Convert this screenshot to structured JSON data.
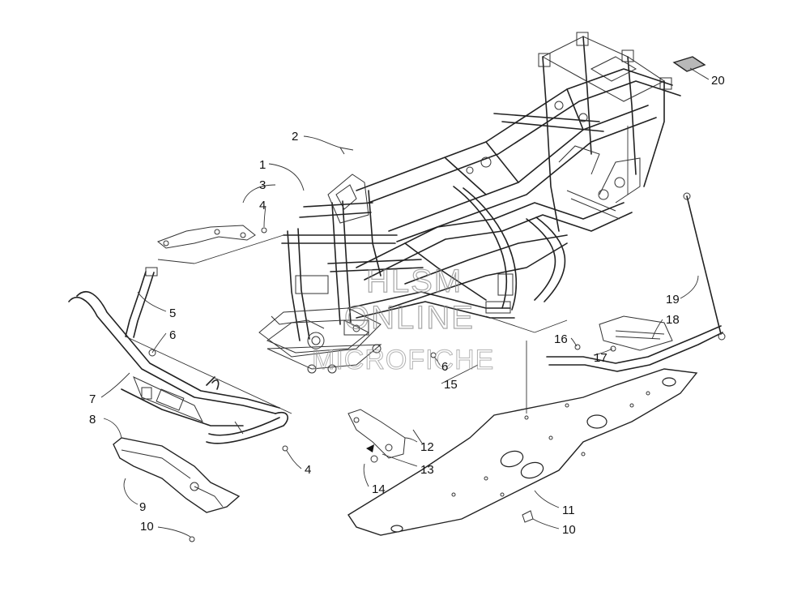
{
  "watermark": {
    "line1": "HLSM",
    "line2": "ONLINE",
    "line3": "MICROFICHE"
  },
  "callouts": [
    {
      "id": "c1",
      "num": "1"
    },
    {
      "id": "c2",
      "num": "2"
    },
    {
      "id": "c3",
      "num": "3"
    },
    {
      "id": "c4a",
      "num": "4"
    },
    {
      "id": "c4b",
      "num": "4"
    },
    {
      "id": "c5",
      "num": "5"
    },
    {
      "id": "c6a",
      "num": "6"
    },
    {
      "id": "c6b",
      "num": "6"
    },
    {
      "id": "c7",
      "num": "7"
    },
    {
      "id": "c8",
      "num": "8"
    },
    {
      "id": "c9",
      "num": "9"
    },
    {
      "id": "c10a",
      "num": "10"
    },
    {
      "id": "c10b",
      "num": "10"
    },
    {
      "id": "c11",
      "num": "11"
    },
    {
      "id": "c12",
      "num": "12"
    },
    {
      "id": "c13",
      "num": "13"
    },
    {
      "id": "c14",
      "num": "14"
    },
    {
      "id": "c15",
      "num": "15"
    },
    {
      "id": "c16",
      "num": "16"
    },
    {
      "id": "c17",
      "num": "17"
    },
    {
      "id": "c18",
      "num": "18"
    },
    {
      "id": "c19",
      "num": "19"
    },
    {
      "id": "c20",
      "num": "20"
    }
  ]
}
